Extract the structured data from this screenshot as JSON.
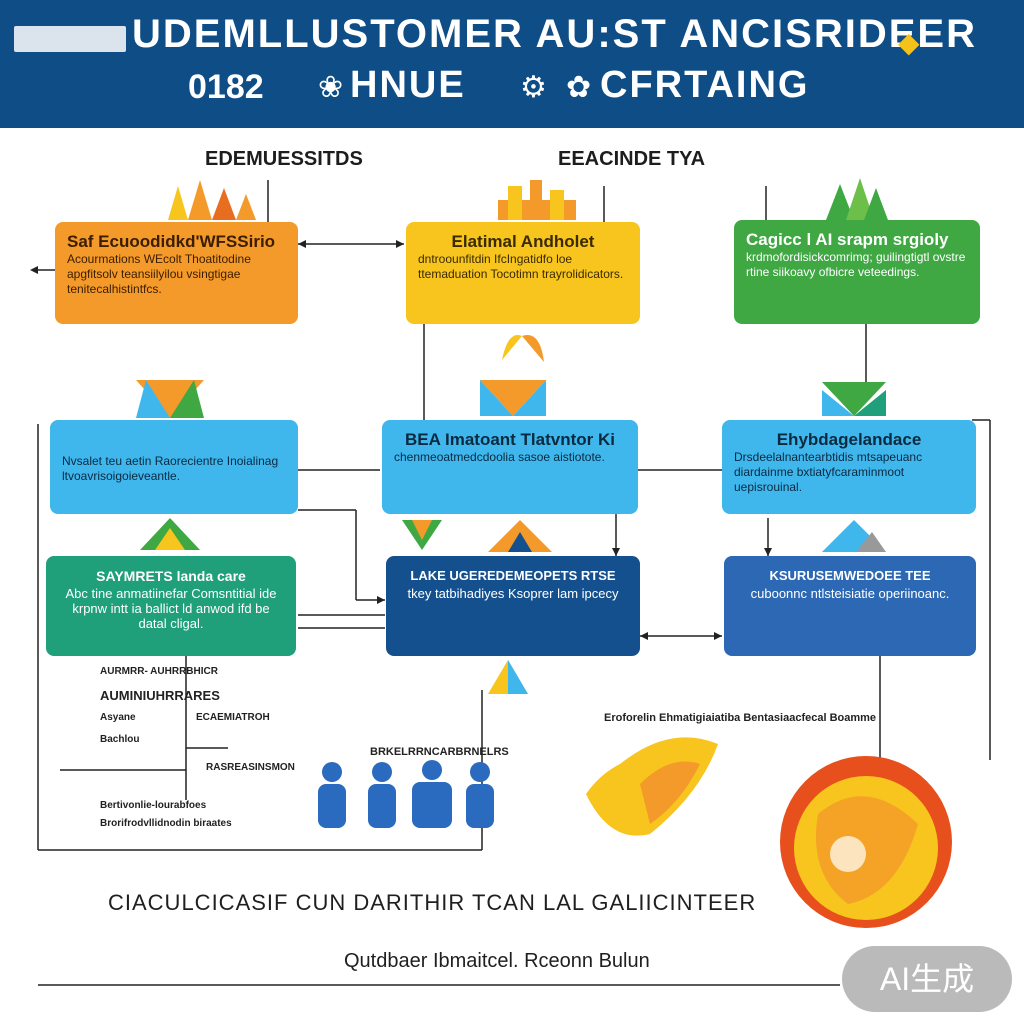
{
  "header": {
    "title_line1": "UDEMLLUSTOMER AU:ST ANCISRIDEER",
    "year": "0182",
    "title_line2": "HNUE",
    "title_line2b": "CFRTAING",
    "icons": [
      "logo-block",
      "leaf-icon",
      "gear-icon",
      "flame-icon"
    ]
  },
  "columns": {
    "left": "EDEMUESSITDS",
    "middle": "EEACINDE TYA"
  },
  "boxes": {
    "orange": {
      "title": "Saf Ecuoodidkd'WFSSirio",
      "body": "Acourmations WEcolt Thoatitodine apgfitsolv teansiilyilou vsingtigae tenitecalhistintfcs."
    },
    "yellow": {
      "title": "Elatimal Andholet",
      "body": "dntroounfitdin IfcIngatidfo loe ttemaduation Tocotimn trayrolidicators."
    },
    "green": {
      "title": "Cagicc l AI srapm srgioly",
      "body": "krdmofordisickcomrimg; guilingtigtl ovstre rtine siikoavy ofbicre veteedings."
    },
    "lblue_left": {
      "title": "",
      "body": "Nvsalet teu aetin Raorecientre Inoialinag ltvoavrisoigoieveantle."
    },
    "lblue_mid": {
      "title": "BEA Imatoant Tlatvntor Ki",
      "body": "chenmeoatmedcdoolia sasoe aistiotote."
    },
    "lblue_right": {
      "title": "Ehybdagelandace",
      "body": "Drsdeelalnantearbtidis mtsapeuanc diardainme bxtiatyfcaraminmoot uepisrouinal."
    },
    "teal": {
      "title": "SAYMRETS landa care",
      "body": "Abc tine anmatiinefar Comsntitial ide krpnw intt ia ballict ld anwod ifd be datal cligal."
    },
    "dblue": {
      "title": "LAKE UGEREDEMEOPETS RTSE",
      "body": "tkey tatbihadiyes Ksoprer lam ipcecy"
    },
    "mblue": {
      "title": "KSURUSEMWEDOEE TEE",
      "body": "cuboonnc ntlsteisiatie operiinoanc."
    }
  },
  "left_list": [
    "AURMRR- AUHRRBHICR",
    "AUMINIUHRRARES",
    "Asyane",
    "Bachlou",
    "ECAEMIATROH",
    "RASREASINSMON",
    "Bertivonlie-lourabfoes",
    "Brorifrodvllidnodin biraates"
  ],
  "people_label": "BRKELRRNCARBRNELRS",
  "right_note": "Eroforelin Ehmatigiaiatiba Bentasiaacfecal Boamme",
  "footer": {
    "title": "CIACULCICASIF CUN  DARITHIR TCAN  LAL GALIICINTEER",
    "subtitle": "Qutdbaer Ibmaitcel.  Rceonn Bulun",
    "badge": "AI生成"
  }
}
